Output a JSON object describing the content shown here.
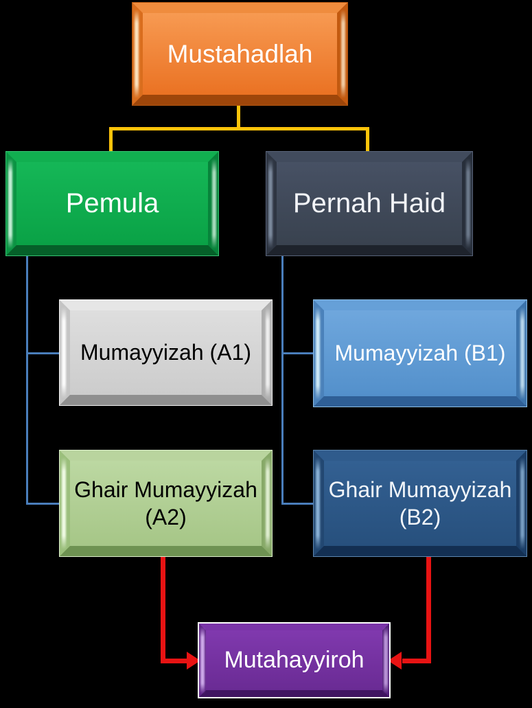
{
  "diagram": {
    "title": "Mustahadlah classification flowchart",
    "background_color": "#000000",
    "nodes": {
      "mustahadlah": {
        "label": "Mustahadlah",
        "color": "#ED7D31",
        "text_color": "#FFFFFF"
      },
      "pemula": {
        "label": "Pemula",
        "color": "#10AC4E",
        "text_color": "#FFFFFF"
      },
      "pernah_haid": {
        "label": "Pernah Haid",
        "color": "#3E4757",
        "text_color": "#FFFFFF"
      },
      "mumayyizah_a1": {
        "label": "Mumayyizah (A1)",
        "color": "#D6D6D6",
        "text_color": "#000000"
      },
      "ghair_mumayyizah_a2": {
        "label": "Ghair Mumayyizah (A2)",
        "color": "#AFCE93",
        "text_color": "#000000"
      },
      "mumayyizah_b1": {
        "label": "Mumayyizah (B1)",
        "color": "#5D9AD3",
        "text_color": "#FFFFFF"
      },
      "ghair_mumayyizah_b2": {
        "label": "Ghair Mumayyizah (B2)",
        "color": "#2B5787",
        "text_color": "#FFFFFF"
      },
      "mutahayyiroh": {
        "label": "Mutahayyiroh",
        "color": "#7433A4",
        "text_color": "#FFFFFF"
      }
    },
    "connector_colors": {
      "split": "#FFC40A",
      "branch": "#4A7EBB",
      "arrow": "#E81313"
    },
    "edges": [
      {
        "from": "Mustahadlah",
        "to": "Pemula",
        "style": "elbow",
        "color": "#FFC40A"
      },
      {
        "from": "Mustahadlah",
        "to": "Pernah Haid",
        "style": "elbow",
        "color": "#FFC40A"
      },
      {
        "from": "Pemula",
        "to": "Mumayyizah (A1)",
        "style": "elbow",
        "color": "#4A7EBB"
      },
      {
        "from": "Pemula",
        "to": "Ghair Mumayyizah (A2)",
        "style": "elbow",
        "color": "#4A7EBB"
      },
      {
        "from": "Pernah Haid",
        "to": "Mumayyizah (B1)",
        "style": "elbow",
        "color": "#4A7EBB"
      },
      {
        "from": "Pernah Haid",
        "to": "Ghair Mumayyizah (B2)",
        "style": "elbow",
        "color": "#4A7EBB"
      },
      {
        "from": "Ghair Mumayyizah (A2)",
        "to": "Mutahayyiroh",
        "style": "elbow-arrow",
        "color": "#E81313"
      },
      {
        "from": "Ghair Mumayyizah (B2)",
        "to": "Mutahayyiroh",
        "style": "elbow-arrow",
        "color": "#E81313"
      }
    ]
  }
}
